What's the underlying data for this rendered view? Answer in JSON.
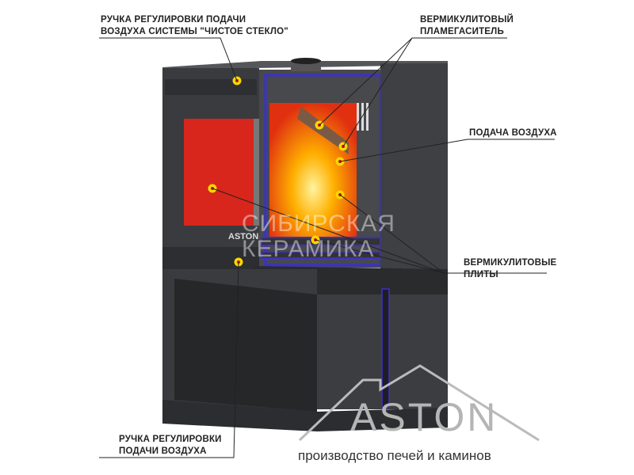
{
  "labels": {
    "clean_glass_handle": [
      "РУЧКА РЕГУЛИРОВКИ ПОДАЧИ",
      "ВОЗДУХА СИСТЕМЫ \"ЧИСТОЕ СТЕКЛО\""
    ],
    "flame_damper": [
      "ВЕРМИКУЛИТОВЫЙ",
      "ПЛАМЕГАСИТЕЛЬ"
    ],
    "air_supply": [
      "ПОДАЧА ВОЗДУХА"
    ],
    "vermiculite_plates": [
      "ВЕРМИКУЛИТОВЫЕ",
      "ПЛИТЫ"
    ],
    "air_handle": [
      "РУЧКА РЕГУЛИРОВКИ",
      "ПОДАЧИ ВОЗДУХА"
    ]
  },
  "watermark": [
    "СИБИРСКАЯ",
    "КЕРАМИКА"
  ],
  "stove_badge": "ASTON",
  "logo": {
    "name": "ASTON",
    "tagline": "производство печей и каминов"
  },
  "colors": {
    "body": "#3a3b3e",
    "outline": "#3b2fd0",
    "marker": "#f5d800",
    "fire": "#ff8a00"
  }
}
